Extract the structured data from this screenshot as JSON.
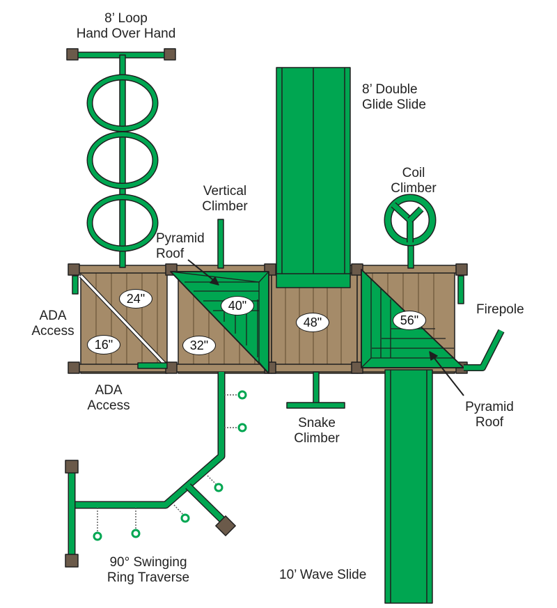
{
  "colors": {
    "green": "#00a651",
    "deck": "#a58b69",
    "post": "#6b5a4a",
    "outline": "#1f1f1f"
  },
  "labels": {
    "loop_line1": "8’ Loop",
    "loop_line2": "Hand Over Hand",
    "double_slide_line1": "8’ Double",
    "double_slide_line2": "Glide Slide",
    "vertical_line1": "Vertical",
    "vertical_line2": "Climber",
    "coil_line1": "Coil",
    "coil_line2": "Climber",
    "pyramid_left_line1": "Pyramid",
    "pyramid_left_line2": "Roof",
    "ada_left_line1": "ADA",
    "ada_left_line2": "Access",
    "ada_bottom_line1": "ADA",
    "ada_bottom_line2": "Access",
    "firepole": "Firepole",
    "pyramid_right_line1": "Pyramid",
    "pyramid_right_line2": "Roof",
    "snake_line1": "Snake",
    "snake_line2": "Climber",
    "ring_line1": "90° Swinging",
    "ring_line2": "Ring Traverse",
    "wave_slide": "10’ Wave Slide"
  },
  "heights": {
    "h24": "24\"",
    "h16": "16\"",
    "h40": "40\"",
    "h32": "32\"",
    "h48": "48\"",
    "h56": "56\""
  }
}
